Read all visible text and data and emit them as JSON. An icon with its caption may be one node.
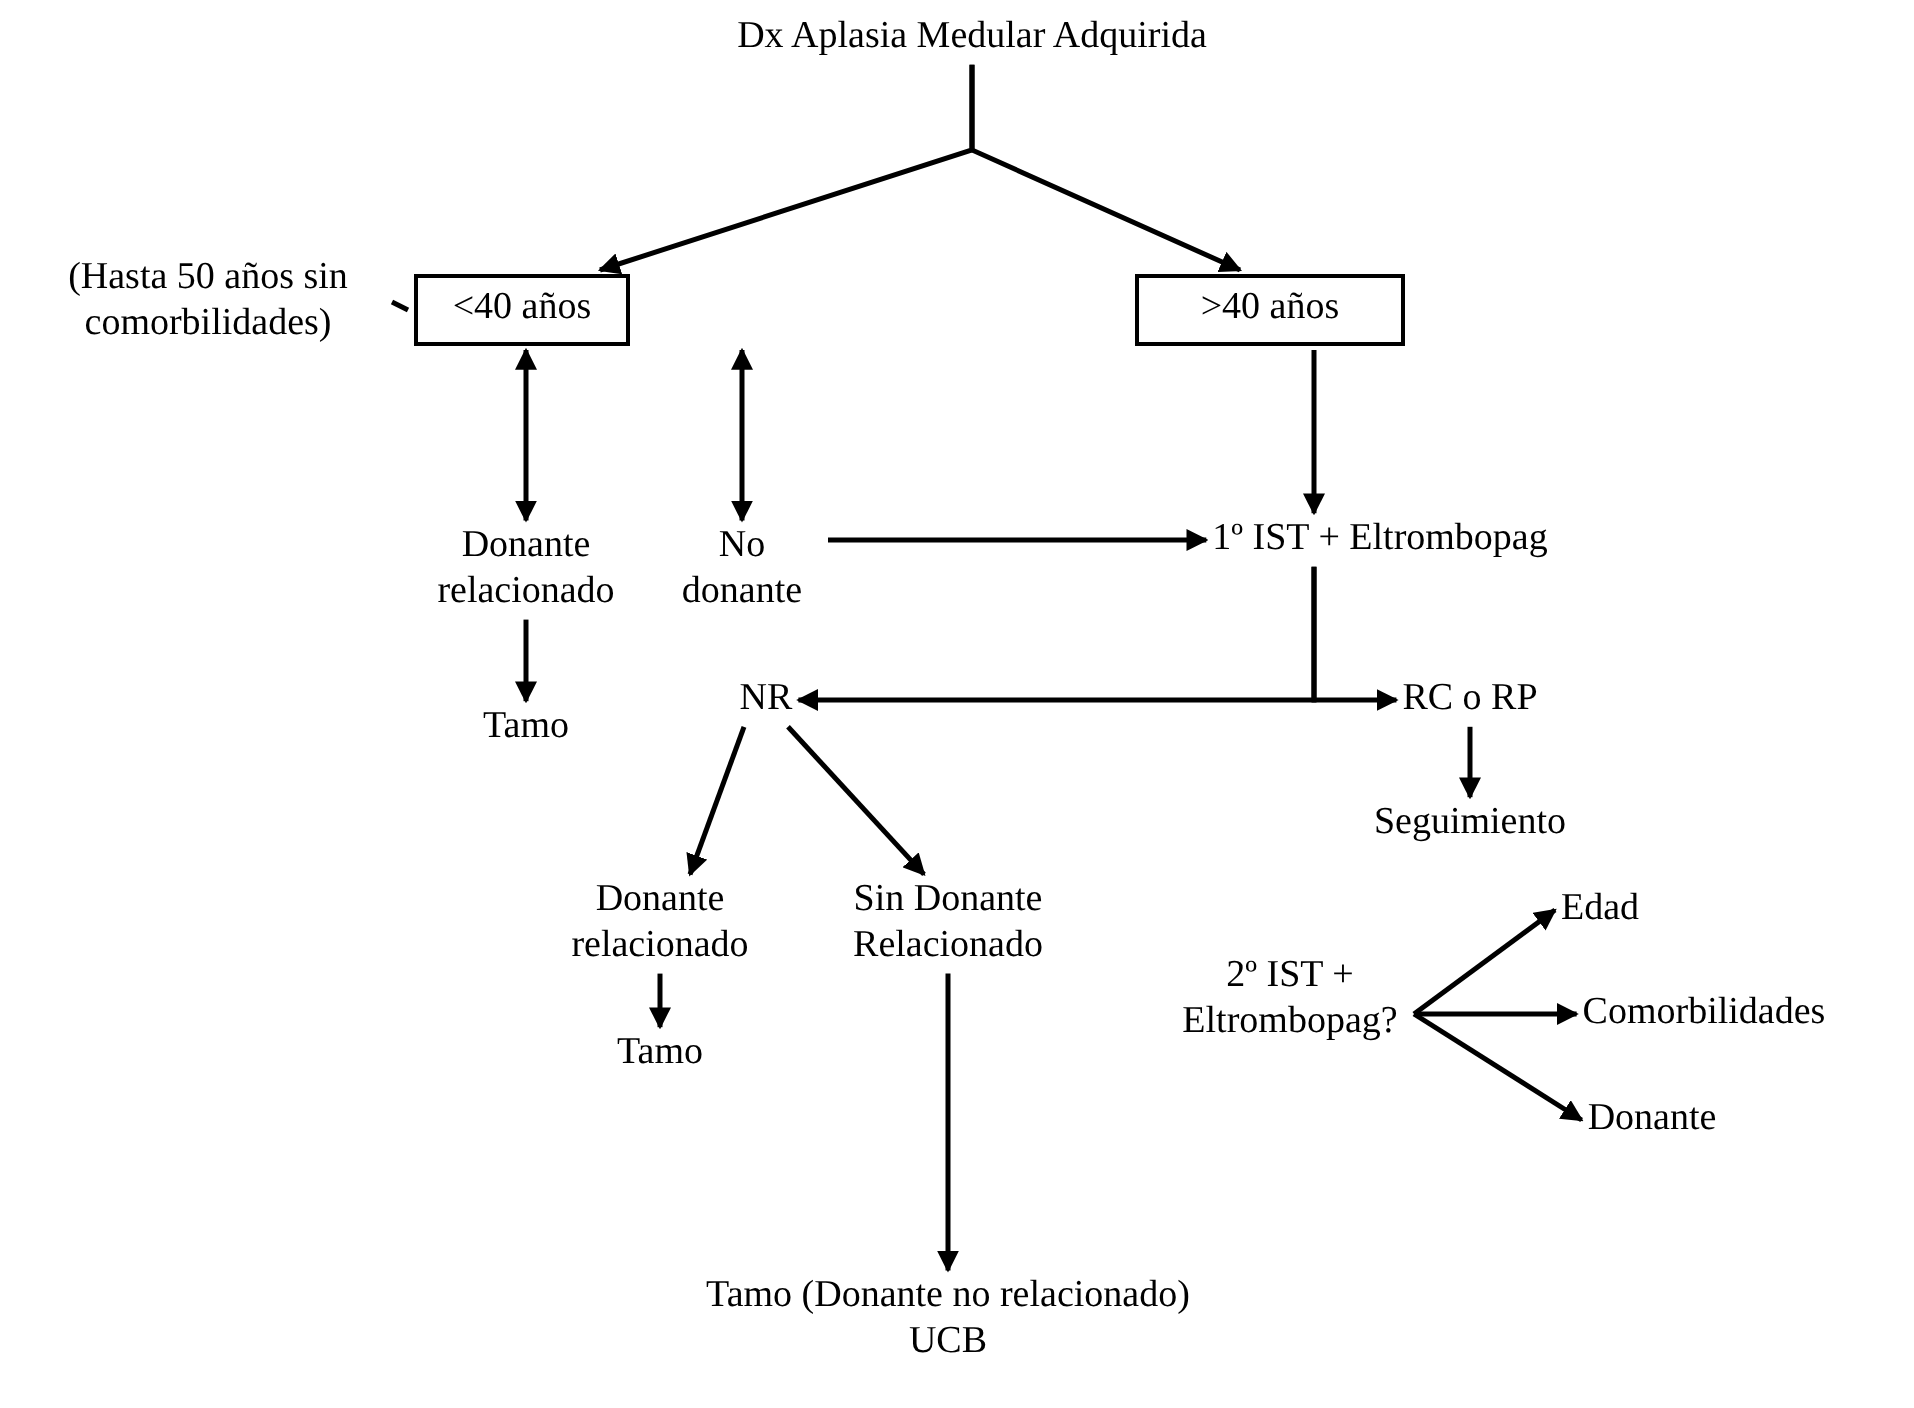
{
  "diagram": {
    "nodes": [
      {
        "text": [
          "Dx Aplasia Medular Adquirida"
        ]
      },
      {
        "text": [
          "(Hasta 50 años sin comorbilidades)"
        ]
      },
      {
        "text": [
          "<40 años"
        ]
      },
      {
        "text": [
          ">40 años"
        ]
      },
      {
        "text": [
          "Donante relacionado"
        ]
      },
      {
        "text": [
          "No donante"
        ]
      },
      {
        "text": [
          "1º IST + Eltrombopag"
        ]
      },
      {
        "text": [
          "Tamo"
        ]
      },
      {
        "text": [
          "NR"
        ]
      },
      {
        "text": [
          "RC o RP"
        ]
      },
      {
        "text": [
          "Seguimiento"
        ]
      },
      {
        "text": [
          "Donante relacionado"
        ]
      },
      {
        "text": [
          "Sin Donante Relacionado"
        ]
      },
      {
        "text": [
          "Tamo"
        ]
      },
      {
        "text": [
          "2º IST + Eltrombopag?"
        ]
      },
      {
        "text": [
          "Edad"
        ]
      },
      {
        "text": [
          "Comorbilidades"
        ]
      },
      {
        "text": [
          "Donante"
        ]
      },
      {
        "text": [
          "Tamo (Donante no relacionado) UCB"
        ]
      }
    ],
    "edges": [
      {
        "from": 0,
        "to": 2,
        "arrow": "to"
      },
      {
        "from": 0,
        "to": 3,
        "arrow": "to"
      },
      {
        "from": 1,
        "to": 2,
        "arrow": "none"
      },
      {
        "from": 2,
        "to": 4,
        "arrow": "both"
      },
      {
        "from": 2,
        "to": 5,
        "arrow": "both"
      },
      {
        "from": 3,
        "to": 6,
        "arrow": "to"
      },
      {
        "from": 5,
        "to": 6,
        "arrow": "to"
      },
      {
        "from": 4,
        "to": 7,
        "arrow": "to"
      },
      {
        "from": 6,
        "to": 8,
        "arrow": "to"
      },
      {
        "from": 6,
        "to": 9,
        "arrow": "to"
      },
      {
        "from": 9,
        "to": 10,
        "arrow": "to"
      },
      {
        "from": 8,
        "to": 11,
        "arrow": "to"
      },
      {
        "from": 8,
        "to": 12,
        "arrow": "to"
      },
      {
        "from": 11,
        "to": 13,
        "arrow": "to"
      },
      {
        "from": 12,
        "to": 18,
        "arrow": "to"
      },
      {
        "from": 14,
        "to": 15,
        "arrow": "to"
      },
      {
        "from": 14,
        "to": 16,
        "arrow": "to"
      },
      {
        "from": 14,
        "to": 17,
        "arrow": "to"
      }
    ]
  }
}
